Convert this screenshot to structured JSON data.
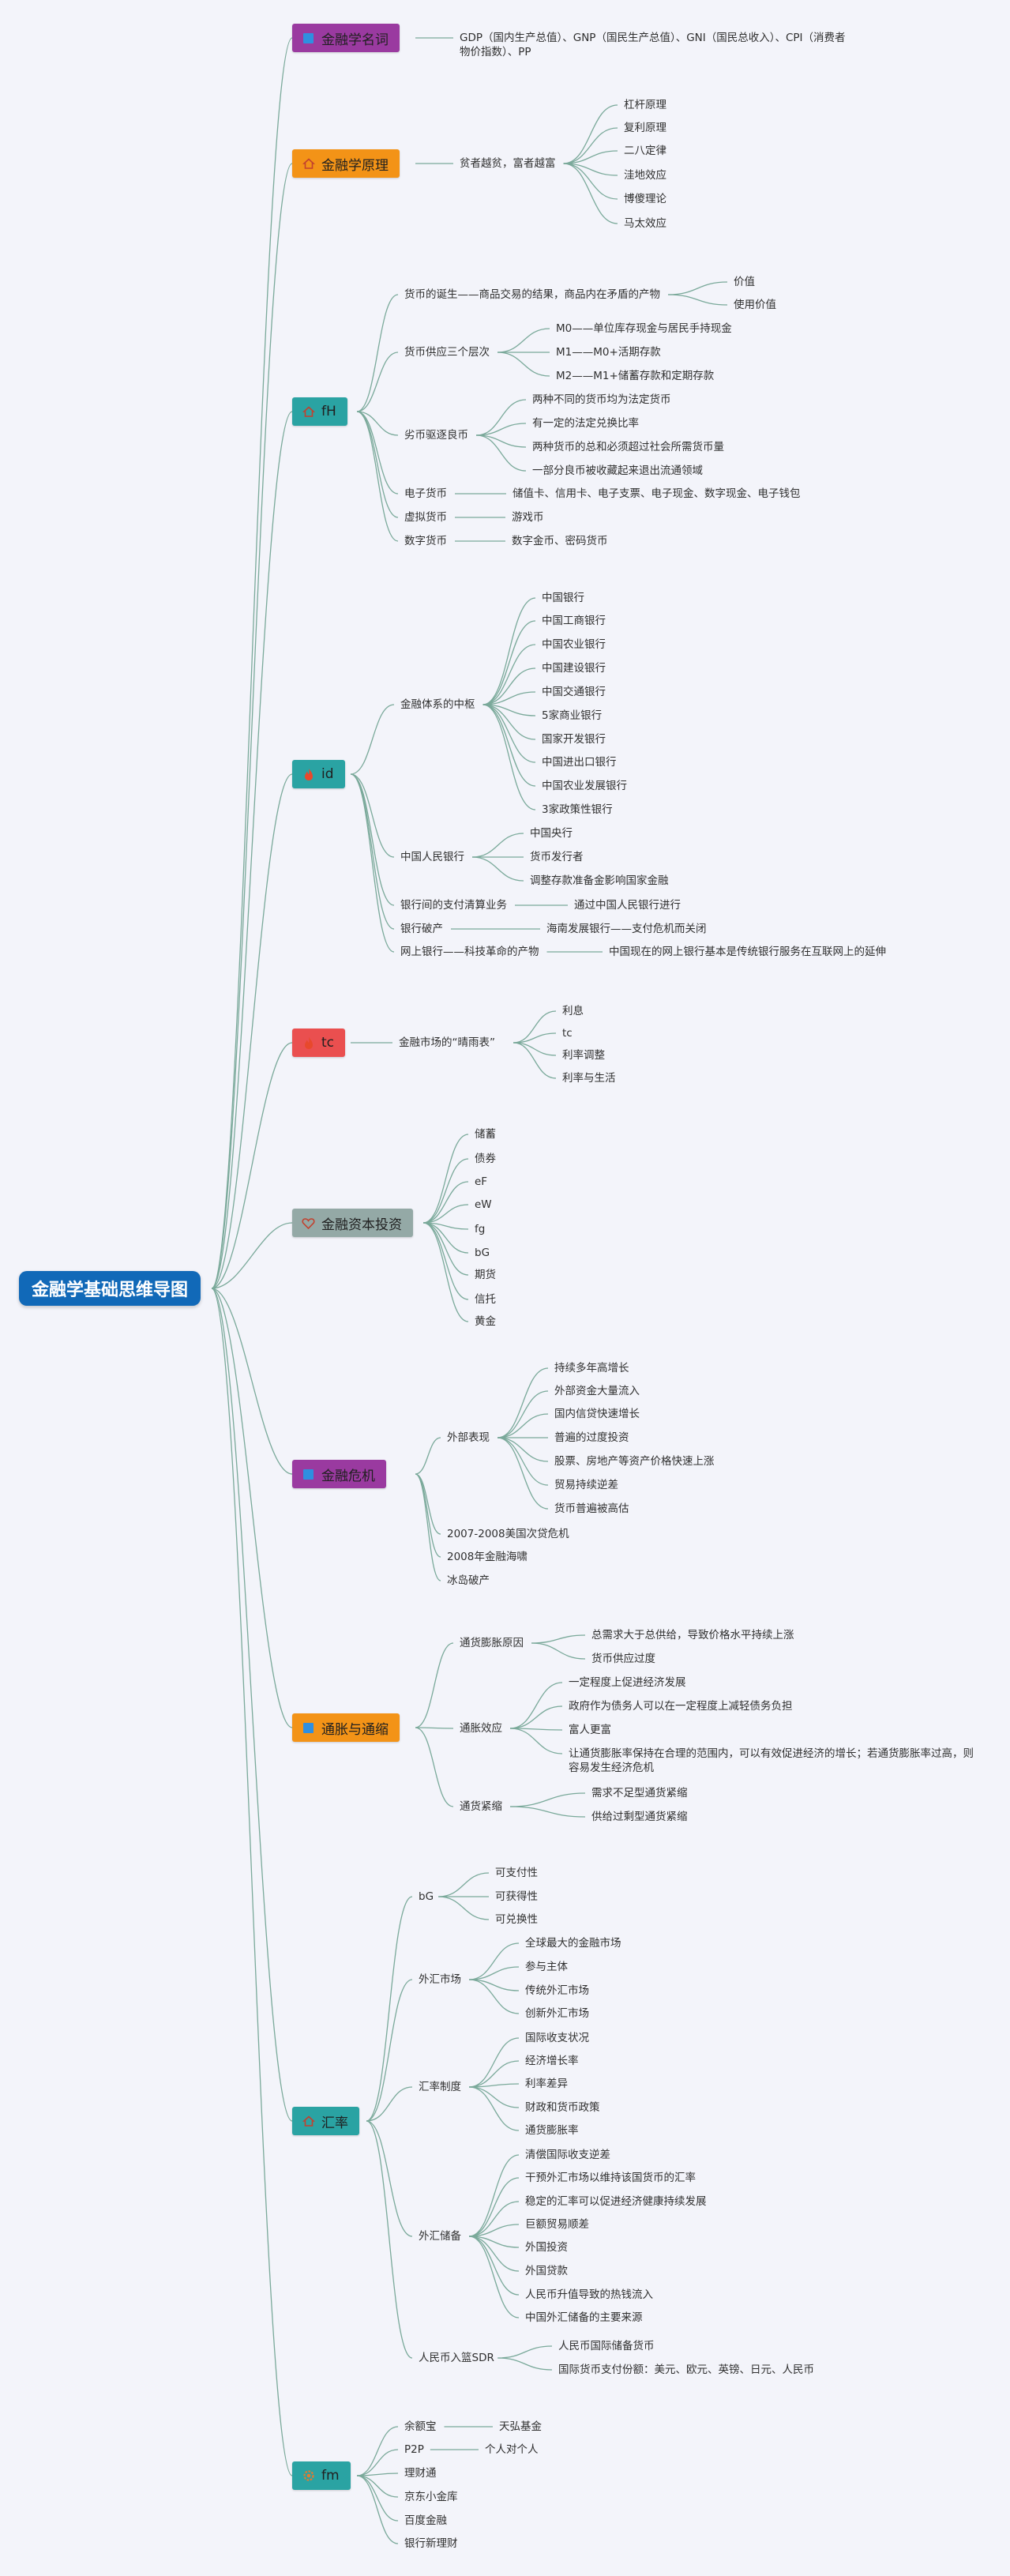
{
  "title": "金融学基础思维导图",
  "colors": {
    "line": "#7aa99a",
    "purple": "#9a3aa0",
    "orange": "#f39317",
    "teal": "#2aa3a3",
    "red": "#ea4f4f",
    "gray": "#94a9a6"
  },
  "branches": [
    {
      "label": "金融学名词",
      "icon": "square-icon",
      "color": "#9a3aa0",
      "items": [
        {
          "label": "GDP（国内生产总值）、GNP（国民生产总值）、GNI（国民总收入）、CPI（消费者物价指数）、PP"
        }
      ]
    },
    {
      "label": "金融学原理",
      "icon": "home-icon",
      "color": "#f39317",
      "items": [
        {
          "label": "贫者越贫，富者越富",
          "children": [
            "杠杆原理",
            "复利原理",
            "二八定律",
            "洼地效应",
            "博傻理论",
            "马太效应"
          ]
        }
      ]
    },
    {
      "label": "fH",
      "icon": "home-icon",
      "color": "#2aa3a3",
      "items": [
        {
          "label": "货币的诞生——商品交易的结果，商品内在矛盾的产物",
          "children": [
            "价值",
            "使用价值"
          ]
        },
        {
          "label": "货币供应三个层次",
          "children": [
            "M0——单位库存现金与居民手持现金",
            "M1——M0+活期存款",
            "M2——M1+储蓄存款和定期存款"
          ]
        },
        {
          "label": "劣币驱逐良币",
          "children": [
            "两种不同的货币均为法定货币",
            "有一定的法定兑换比率",
            "两种货币的总和必须超过社会所需货币量",
            "一部分良币被收藏起来退出流通领域"
          ]
        },
        {
          "label": "电子货币",
          "children": [
            "储值卡、信用卡、电子支票、电子现金、数字现金、电子钱包"
          ]
        },
        {
          "label": "虚拟货币",
          "children": [
            "游戏币"
          ]
        },
        {
          "label": "数字货币",
          "children": [
            "数字金币、密码货币"
          ]
        }
      ]
    },
    {
      "label": "id",
      "icon": "flame-icon",
      "color": "#2aa3a3",
      "items": [
        {
          "label": "金融体系的中枢",
          "children": [
            "中国银行",
            "中国工商银行",
            "中国农业银行",
            "中国建设银行",
            "中国交通银行",
            "5家商业银行",
            "国家开发银行",
            "中国进出口银行",
            "中国农业发展银行",
            "3家政策性银行"
          ]
        },
        {
          "label": "中国人民银行",
          "children": [
            "中国央行",
            "货币发行者",
            "调整存款准备金影响国家金融"
          ]
        },
        {
          "label": "银行间的支付清算业务",
          "children": [
            "通过中国人民银行进行"
          ]
        },
        {
          "label": "银行破产",
          "children": [
            "海南发展银行——支付危机而关闭"
          ]
        },
        {
          "label": "网上银行——科技革命的产物",
          "children": [
            "中国现在的网上银行基本是传统银行服务在互联网上的延伸"
          ]
        }
      ]
    },
    {
      "label": "tc",
      "icon": "flame-icon",
      "color": "#ea4f4f",
      "items": [
        {
          "label": "金融市场的“晴雨表”",
          "children": [
            "利息",
            "tc",
            "利率调整",
            "利率与生活"
          ]
        }
      ]
    },
    {
      "label": "金融资本投资",
      "icon": "heart-icon",
      "color": "#94a9a6",
      "items": [
        {
          "label": "储蓄"
        },
        {
          "label": "债券"
        },
        {
          "label": "eF"
        },
        {
          "label": "eW"
        },
        {
          "label": "fg"
        },
        {
          "label": "bG"
        },
        {
          "label": "期货"
        },
        {
          "label": "信托"
        },
        {
          "label": "黄金"
        }
      ]
    },
    {
      "label": "金融危机",
      "icon": "square-icon",
      "color": "#9a3aa0",
      "items": [
        {
          "label": "外部表现",
          "children": [
            "持续多年高增长",
            "外部资金大量流入",
            "国内信贷快速增长",
            "普遍的过度投资",
            "股票、房地产等资产价格快速上涨",
            "贸易持续逆差",
            "货币普遍被高估"
          ]
        },
        {
          "label": "2007-2008美国次贷危机"
        },
        {
          "label": "2008年金融海啸"
        },
        {
          "label": "冰岛破产"
        }
      ]
    },
    {
      "label": "通胀与通缩",
      "icon": "square-icon",
      "color": "#f39317",
      "items": [
        {
          "label": "通货膨胀原因",
          "children": [
            "总需求大于总供给，导致价格水平持续上涨",
            "货币供应过度"
          ]
        },
        {
          "label": "通胀效应",
          "children": [
            "一定程度上促进经济发展",
            "政府作为债务人可以在一定程度上减轻债务负担",
            "富人更富",
            "让通货膨胀率保持在合理的范围内，可以有效促进经济的增长；若通货膨胀率过高，则容易发生经济危机"
          ]
        },
        {
          "label": "通货紧缩",
          "children": [
            "需求不足型通货紧缩",
            "供给过剩型通货紧缩"
          ]
        }
      ]
    },
    {
      "label": "汇率",
      "icon": "home-icon",
      "color": "#2aa3a3",
      "items": [
        {
          "label": "bG",
          "children": [
            "可支付性",
            "可获得性",
            "可兑换性"
          ]
        },
        {
          "label": "外汇市场",
          "children": [
            "全球最大的金融市场",
            "参与主体",
            "传统外汇市场",
            "创新外汇市场"
          ]
        },
        {
          "label": "汇率制度",
          "children": [
            "国际收支状况",
            "经济增长率",
            "利率差异",
            "财政和货币政策",
            "通货膨胀率"
          ]
        },
        {
          "label": "外汇储备",
          "children": [
            "清偿国际收支逆差",
            "干预外汇市场以维持该国货币的汇率",
            "稳定的汇率可以促进经济健康持续发展",
            "巨额贸易顺差",
            "外国投资",
            "外国贷款",
            "人民币升值导致的热钱流入",
            "中国外汇储备的主要来源"
          ]
        },
        {
          "label": "人民币入篮SDR",
          "children": [
            "人民币国际储备货币",
            "国际货币支付份额：美元、欧元、英镑、日元、人民币"
          ]
        }
      ]
    },
    {
      "label": "fm",
      "icon": "gear-icon",
      "color": "#2aa3a3",
      "items": [
        {
          "label": "余额宝",
          "children": [
            "天弘基金"
          ]
        },
        {
          "label": "P2P",
          "children": [
            "个人对个人"
          ]
        },
        {
          "label": "理财通"
        },
        {
          "label": "京东小金库"
        },
        {
          "label": "百度金融"
        },
        {
          "label": "银行新理财"
        }
      ]
    }
  ]
}
